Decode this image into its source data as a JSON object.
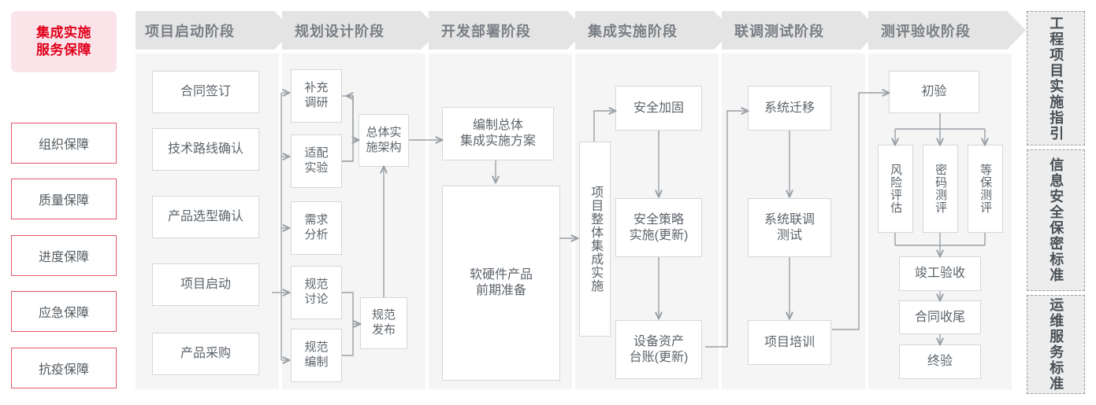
{
  "guarantee_panel": {
    "title": "集成实施\n服务保障",
    "title_lines": [
      "集成实施",
      "服务保障"
    ],
    "accent_color": "#e1001a",
    "background_color": "#fbe4e9",
    "border_color": "#e3566e",
    "items": [
      {
        "label": "组织保障"
      },
      {
        "label": "质量保障"
      },
      {
        "label": "进度保障"
      },
      {
        "label": "应急保障"
      },
      {
        "label": "抗疫保障"
      }
    ]
  },
  "phases": [
    {
      "header": "项目启动阶段",
      "nodes": [
        {
          "label": "合同签订"
        },
        {
          "label": "技术路线确认"
        },
        {
          "label": "产品选型确认"
        },
        {
          "label": "项目启动"
        },
        {
          "label": "产品采购"
        }
      ]
    },
    {
      "header": "规划设计阶段",
      "nodes": [
        {
          "label": "补充\n调研",
          "lines": [
            "补充",
            "调研"
          ]
        },
        {
          "label": "适配\n实验",
          "lines": [
            "适配",
            "实验"
          ]
        },
        {
          "label": "需求\n分析",
          "lines": [
            "需求",
            "分析"
          ]
        },
        {
          "label": "规范\n讨论",
          "lines": [
            "规范",
            "讨论"
          ]
        },
        {
          "label": "规范\n编制",
          "lines": [
            "规范",
            "编制"
          ]
        },
        {
          "label": "总体实\n施架构",
          "lines": [
            "总体实",
            "施架构"
          ]
        },
        {
          "label": "规范\n发布",
          "lines": [
            "规范",
            "发布"
          ]
        }
      ]
    },
    {
      "header": "开发部署阶段",
      "nodes": [
        {
          "label": "编制总体\n集成实施方案",
          "lines": [
            "编制总体",
            "集成实施方案"
          ]
        },
        {
          "label": "软硬件产品\n前期准备",
          "lines": [
            "软硬件产品",
            "前期准备"
          ]
        }
      ]
    },
    {
      "header": "集成实施阶段",
      "nodes": [
        {
          "label": "项目整体集成实施",
          "vertical": true
        },
        {
          "label": "安全加固"
        },
        {
          "label": "安全策略\n实施(更新)",
          "lines": [
            "安全策略",
            "实施(更新)"
          ]
        },
        {
          "label": "设备资产\n台账(更新)",
          "lines": [
            "设备资产",
            "台账(更新)"
          ]
        }
      ]
    },
    {
      "header": "联调测试阶段",
      "nodes": [
        {
          "label": "系统迁移"
        },
        {
          "label": "系统联调\n测试",
          "lines": [
            "系统联调",
            "测试"
          ]
        },
        {
          "label": "项目培训"
        }
      ]
    },
    {
      "header": "测评验收阶段",
      "nodes": [
        {
          "label": "初验"
        },
        {
          "label": "风险评估",
          "vertical": true
        },
        {
          "label": "密码测评",
          "vertical": true
        },
        {
          "label": "等保测评",
          "vertical": true
        },
        {
          "label": "竣工验收"
        },
        {
          "label": "合同收尾"
        },
        {
          "label": "终验"
        }
      ]
    }
  ],
  "standards_panel": {
    "items": [
      {
        "label": "工程项目实施指引"
      },
      {
        "label": "信息安全保密标准"
      },
      {
        "label": "运维服务标准"
      }
    ]
  },
  "palette": {
    "column_header_bg": "#e4e4e4",
    "column_body_bg": "#f5f5f5",
    "node_border": "#d4d7da",
    "node_text": "#5d646b",
    "connector": "#9aa0a6",
    "standards_bg": "#ededed",
    "standards_border": "#9a9a9a"
  }
}
